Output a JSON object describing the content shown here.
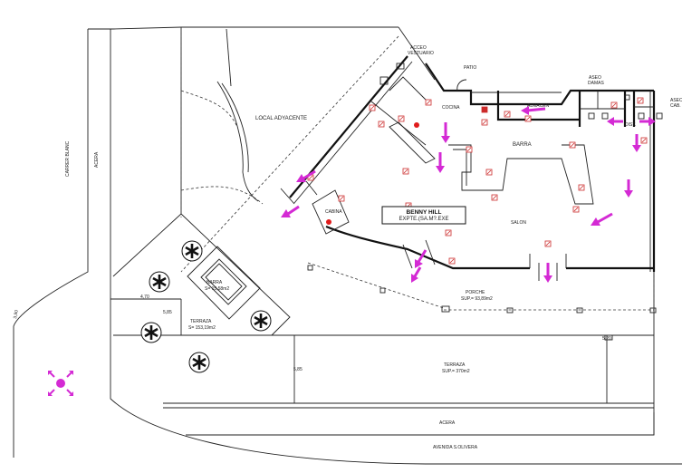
{
  "labels": {
    "local_adyacente": "LOCAL ADYACENTE",
    "patio": "PATIO",
    "acceso_vestuario": "ACCEO\nVESTUARIO",
    "aseo_damas": "ASEO\nDAMAS",
    "aseo_right": "ASEO\nCAB.",
    "cocina": "COCINA",
    "almacen": "ALMACEN",
    "barra_main": "BARRA",
    "salon": "SALON",
    "cabina": "CABINA",
    "dist": "DIST.",
    "venue_line1": "BENNY HILL",
    "venue_line2": "EXPTE.(SA.M?.EXE",
    "porche": "PORCHE",
    "porche_area": "SUP.= 93,89m2",
    "terraza_right": "TERRAZA",
    "terraza_right_area": "SUP.= 370m2",
    "terraza_left": "TERRAZA",
    "terraza_left_area": "S= 153,19m2",
    "barra_terraza": "BARRA",
    "barra_terraza_area": "S= 15,58m2",
    "acera_left": "ACERA",
    "carrer": "CARRER BLANC",
    "acera_bottom": "ACERA",
    "avenida": "AVENIDA S.OLIVERA",
    "dim_1": "4,70",
    "dim_2": "5,85",
    "dim_3": "5,85",
    "dim_4": "5,20",
    "dim_5": "3,90"
  },
  "colors": {
    "evac_arrow": "#d42ad4",
    "fire_ext": "#cc2b2b",
    "wall": "#111111"
  },
  "icons": {
    "evac_arrows": "magenta-evacuation-arrow",
    "extinguisher": "fire-extinguisher-icon",
    "palm": "palm-tree-icon",
    "assembly": "assembly-point-icon"
  }
}
